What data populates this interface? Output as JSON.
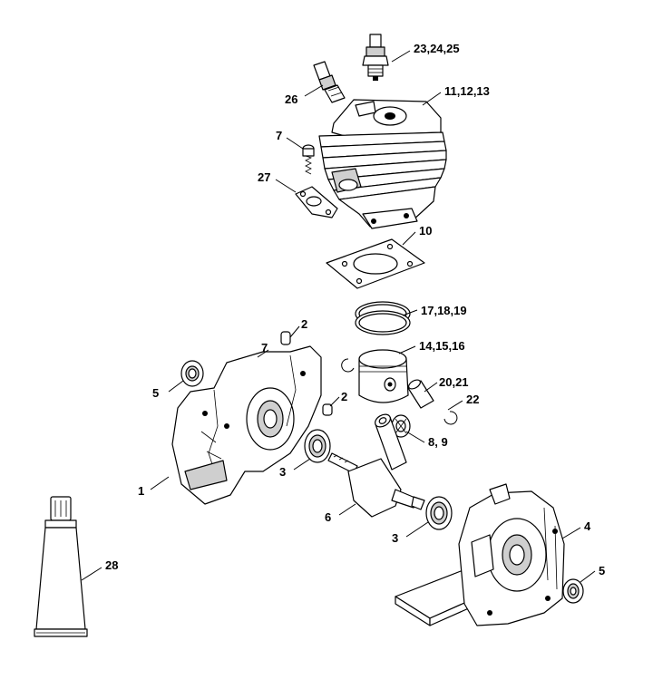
{
  "callouts": [
    {
      "id": "c-23-24-25",
      "text": "23,24,25"
    },
    {
      "id": "c-26",
      "text": "26"
    },
    {
      "id": "c-11-12-13",
      "text": "11,12,13"
    },
    {
      "id": "c-7-top",
      "text": "7"
    },
    {
      "id": "c-27",
      "text": "27"
    },
    {
      "id": "c-10",
      "text": "10"
    },
    {
      "id": "c-17-18-19",
      "text": "17,18,19"
    },
    {
      "id": "c-2-top",
      "text": "2"
    },
    {
      "id": "c-7-mid",
      "text": "7"
    },
    {
      "id": "c-14-15-16",
      "text": "14,15,16"
    },
    {
      "id": "c-5-left",
      "text": "5"
    },
    {
      "id": "c-2-mid",
      "text": "2"
    },
    {
      "id": "c-20-21",
      "text": "20,21"
    },
    {
      "id": "c-22",
      "text": "22"
    },
    {
      "id": "c-8-9",
      "text": "8, 9"
    },
    {
      "id": "c-1",
      "text": "1"
    },
    {
      "id": "c-3-left",
      "text": "3"
    },
    {
      "id": "c-6",
      "text": "6"
    },
    {
      "id": "c-3-right",
      "text": "3"
    },
    {
      "id": "c-4",
      "text": "4"
    },
    {
      "id": "c-5-right",
      "text": "5"
    },
    {
      "id": "c-28",
      "text": "28"
    }
  ]
}
